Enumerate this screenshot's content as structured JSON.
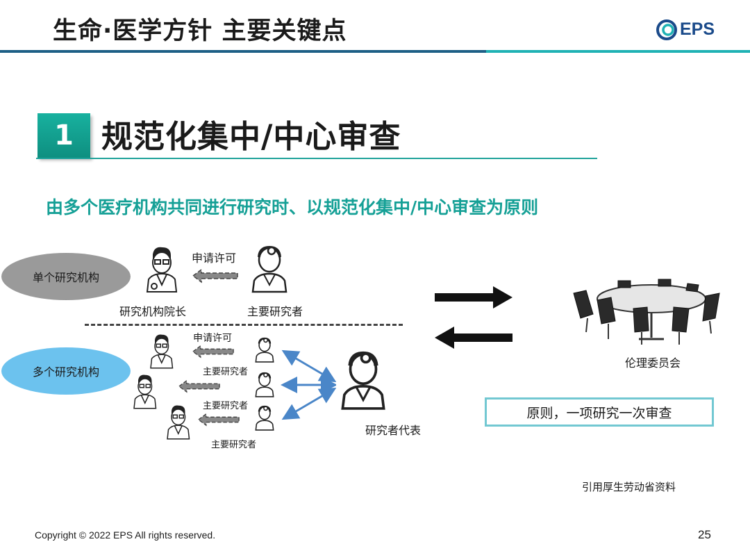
{
  "header": {
    "title": "生命·医学方针  主要关键点",
    "logo_text": "EPS",
    "accent_dark": "#1d5f86",
    "accent_light": "#1fb2b4"
  },
  "section": {
    "number": "1",
    "title": "规范化集中/中心审查",
    "accent": "#15a096"
  },
  "subtitle": "由多个医疗机构共同进行研究时、以规范化集中/中心审查为原则",
  "diagram": {
    "single": {
      "oval_label": "单个研究机构",
      "apply_label": "申请许可",
      "director_label": "研究机构院长",
      "pi_label": "主要研究者"
    },
    "multi": {
      "oval_label": "多个研究机构",
      "apply_label": "申请许可",
      "pi_labels": [
        "主要研究者",
        "主要研究者",
        "主要研究者"
      ],
      "representative_label": "研究者代表"
    },
    "committee_label": "伦理委员会",
    "principle": "原则，一项研究一次审查"
  },
  "citation": "引用厚生劳动省资料",
  "footer": {
    "copyright": "Copyright © 2022 EPS All rights reserved.",
    "page": "25"
  }
}
